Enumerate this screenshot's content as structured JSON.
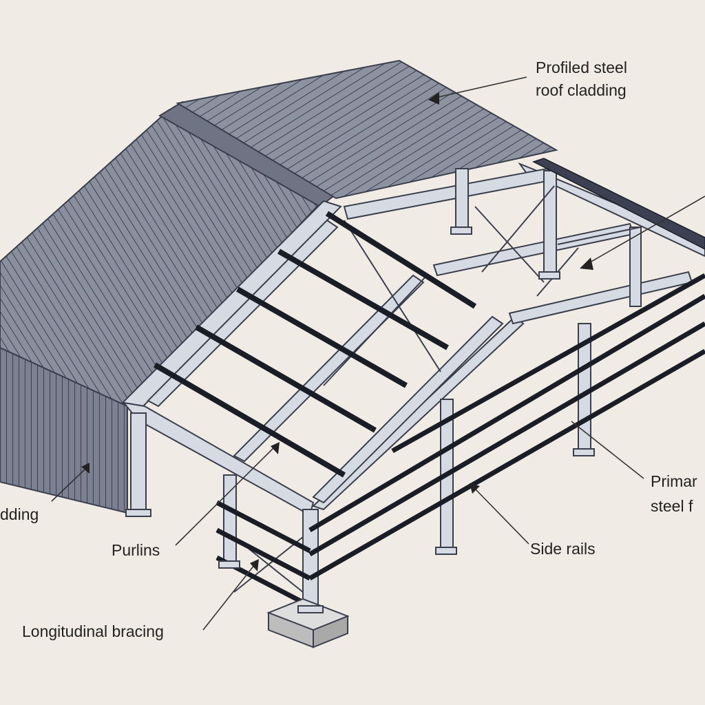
{
  "colors": {
    "background": "#f0ebe5",
    "cladding": "#8a8f9e",
    "cladding_dark": "#6f7485",
    "cladding_lines": "#3c4052",
    "steel_frame": "#d6dae3",
    "steel_outline": "#3a3e4c",
    "purlin": "#1b1d26",
    "concrete": "#cfcfcf"
  },
  "labels": {
    "roof_cladding_line1": "Profiled steel",
    "roof_cladding_line2": "roof cladding",
    "wall_cladding": "dding",
    "purlins": "Purlins",
    "longitudinal_bracing": "Longitudinal bracing",
    "side_rails": "Side rails",
    "primary_frame_line1": "Primar",
    "primary_frame_line2": "steel f"
  },
  "icons": {
    "arrowheads": "arrow-pointer-icon"
  }
}
